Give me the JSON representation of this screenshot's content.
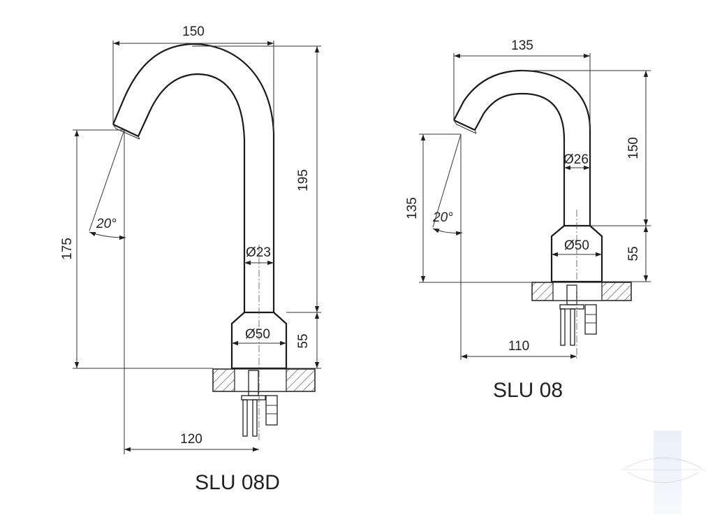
{
  "colors": {
    "line": "#1f1f1f",
    "hatch": "#444444",
    "background": "#ffffff"
  },
  "left": {
    "model": "SLU 08D",
    "dims": {
      "width_top": "150",
      "height_spout": "195",
      "height_outlet": "175",
      "base_height": "55",
      "reach": "120",
      "angle": "20°",
      "pipe_diameter": "Ø23",
      "base_diameter": "Ø50"
    }
  },
  "right": {
    "model": "SLU 08",
    "dims": {
      "width_top": "135",
      "height_spout": "150",
      "height_outlet": "135",
      "base_height": "55",
      "reach": "110",
      "angle": "20°",
      "pipe_diameter": "Ø26",
      "base_diameter": "Ø50"
    }
  }
}
